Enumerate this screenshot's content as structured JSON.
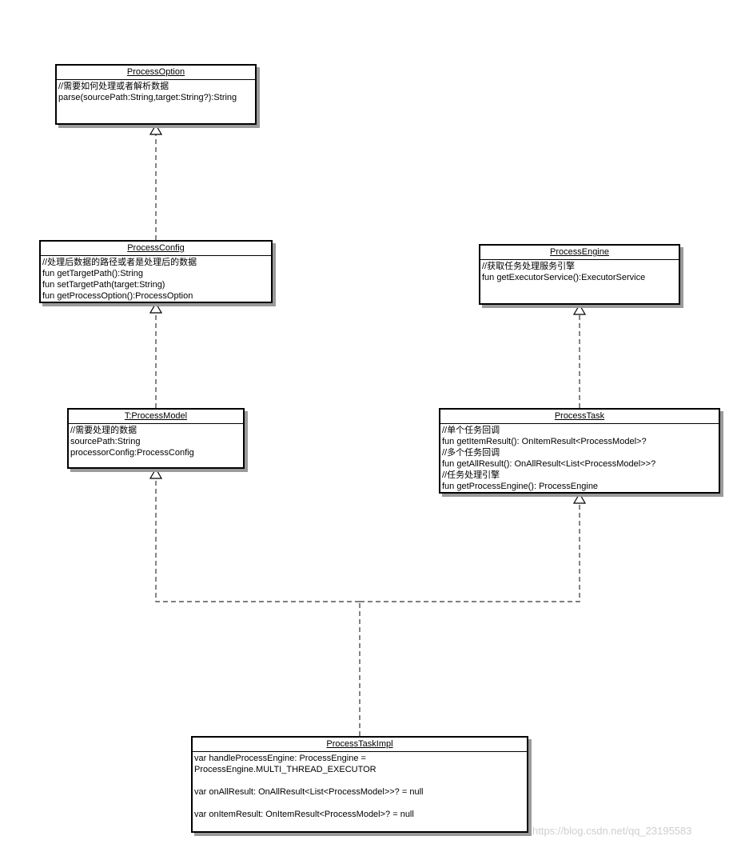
{
  "classes": {
    "process_option": {
      "name": "ProcessOption",
      "lines": [
        "//需要如何处理或者解析数据",
        "parse(sourcePath:String,target:String?):String"
      ]
    },
    "process_config": {
      "name": "ProcessConfig",
      "lines": [
        "//处理后数据的路径或者是处理后的数据",
        "fun getTargetPath():String",
        "fun setTargetPath(target:String)",
        "fun getProcessOption():ProcessOption"
      ]
    },
    "process_engine": {
      "name": "ProcessEngine",
      "lines": [
        "//获取任务处理服务引擎",
        "fun getExecutorService():ExecutorService"
      ]
    },
    "process_model": {
      "name": "T:ProcessModel",
      "lines": [
        "//需要处理的数据",
        "sourcePath:String",
        "processorConfig:ProcessConfig"
      ]
    },
    "process_task": {
      "name": "ProcessTask",
      "lines": [
        "//单个任务回调",
        "fun getItemResult(): OnItemResult<ProcessModel>?",
        "//多个任务回调",
        "fun getAllResult(): OnAllResult<List<ProcessModel>>?",
        "//任务处理引擎",
        "fun getProcessEngine(): ProcessEngine"
      ]
    },
    "process_task_impl": {
      "name": "ProcessTaskImpl",
      "lines": [
        "var handleProcessEngine: ProcessEngine =",
        "ProcessEngine.MULTI_THREAD_EXECUTOR",
        "",
        "var onAllResult: OnAllResult<List<ProcessModel>>? = null",
        "",
        "var onItemResult: OnItemResult<ProcessModel>? = null"
      ]
    }
  },
  "watermark": "https://blog.csdn.net/qq_23195583"
}
